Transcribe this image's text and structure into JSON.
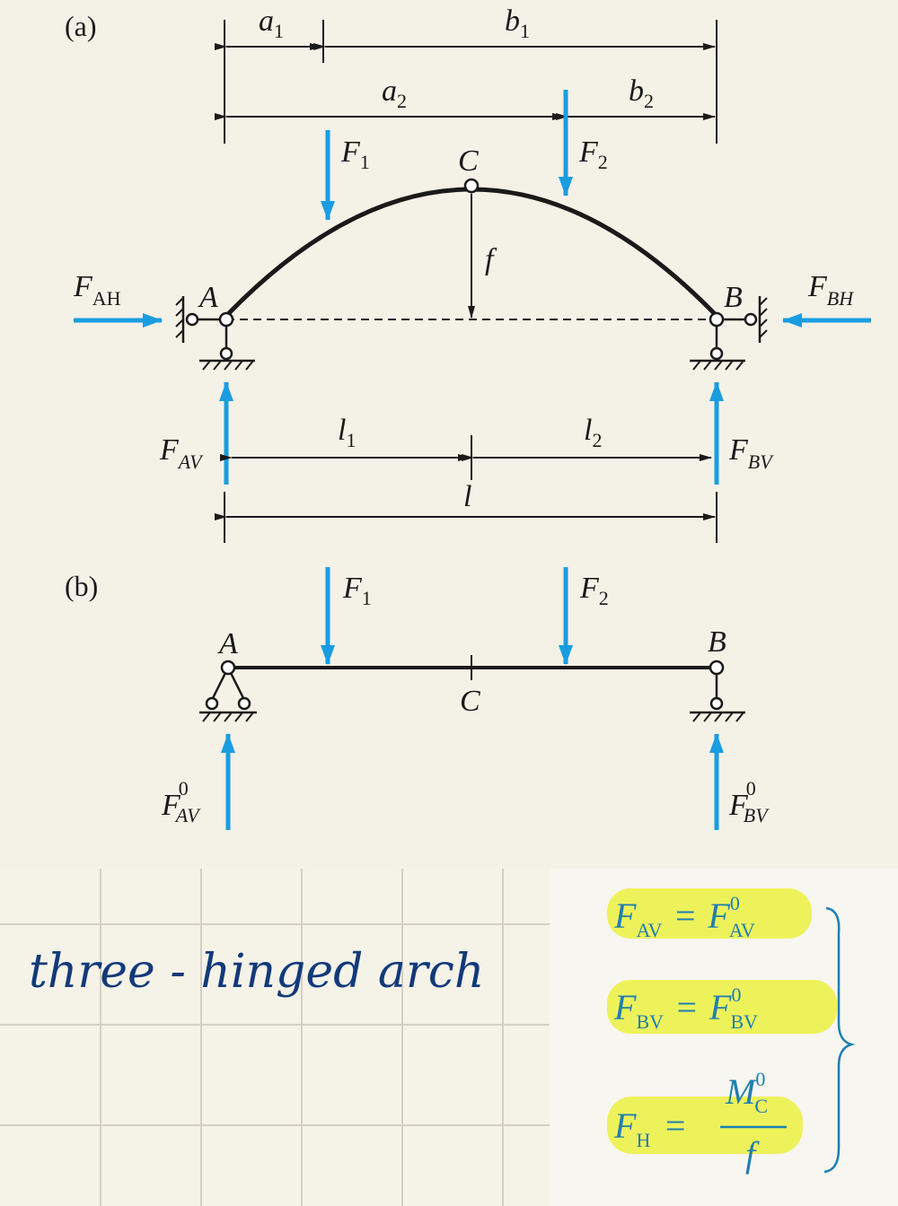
{
  "panels": {
    "a": "(a)",
    "b": "(b)"
  },
  "dims": {
    "a1": "a",
    "a1_sub": "1",
    "b1": "b",
    "b1_sub": "1",
    "a2": "a",
    "a2_sub": "2",
    "b2": "b",
    "b2_sub": "2",
    "l1": "l",
    "l1_sub": "1",
    "l2": "l",
    "l2_sub": "2",
    "l": "l",
    "f": "f"
  },
  "points": {
    "A": "A",
    "B": "B",
    "C": "C"
  },
  "forces": {
    "F1": "F",
    "F1_sub": "1",
    "F2": "F",
    "F2_sub": "2",
    "FAH": "F",
    "FAH_sub": "AH",
    "FBH": "F",
    "FBH_sub": "BH",
    "FAV": "F",
    "FAV_sub": "AV",
    "FBV": "F",
    "FBV_sub": "BV",
    "FAV0": "F",
    "FAV0_sub": "AV",
    "FAV0_sup": "0",
    "FBV0": "F",
    "FBV0_sub": "BV",
    "FBV0_sup": "0"
  },
  "note": {
    "handwritten": "three - hinged arch"
  },
  "equations": [
    {
      "lhs": "F",
      "lhs_sub": "AV",
      "eq": "=",
      "rhs": "F",
      "rhs_sub": "AV",
      "rhs_sup": "0"
    },
    {
      "lhs": "F",
      "lhs_sub": "BV",
      "eq": "=",
      "rhs": "F",
      "rhs_sub": "BV",
      "rhs_sup": "0"
    },
    {
      "lhs": "F",
      "lhs_sub": "H",
      "eq": "=",
      "num": "M",
      "num_sub": "C",
      "num_sup": "0",
      "den": "f"
    }
  ],
  "colors": {
    "force": "#1a9de0",
    "ink": "#1a1a1a",
    "highlight": "#eef25a",
    "handwriting": "#123a7a",
    "equation": "#1e7fb0"
  }
}
